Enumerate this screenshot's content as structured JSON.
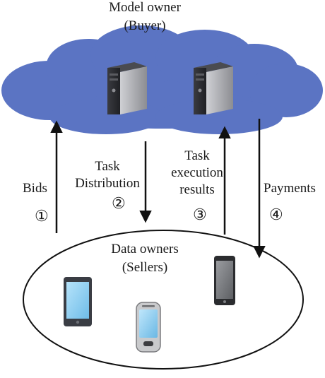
{
  "model_owner": {
    "line1": "Model owner",
    "line2": "(Buyer)"
  },
  "data_owners": {
    "line1": "Data owners",
    "line2": "(Sellers)"
  },
  "flows": [
    {
      "label": "Bids",
      "number": "①"
    },
    {
      "label_line1": "Task",
      "label_line2": "Distribution",
      "number": "②"
    },
    {
      "label_line1": "Task",
      "label_line2": "execution",
      "label_line3": "results",
      "number": "③"
    },
    {
      "label": "Payments",
      "number": "④"
    }
  ],
  "colors": {
    "cloud": "#5b74c3",
    "cloud_edge": "#4f66b0",
    "arrow": "#111111",
    "server_body": "#2f3034",
    "tablet_screen": "#8fcdf0",
    "phone_screen": "#7a7c80"
  }
}
